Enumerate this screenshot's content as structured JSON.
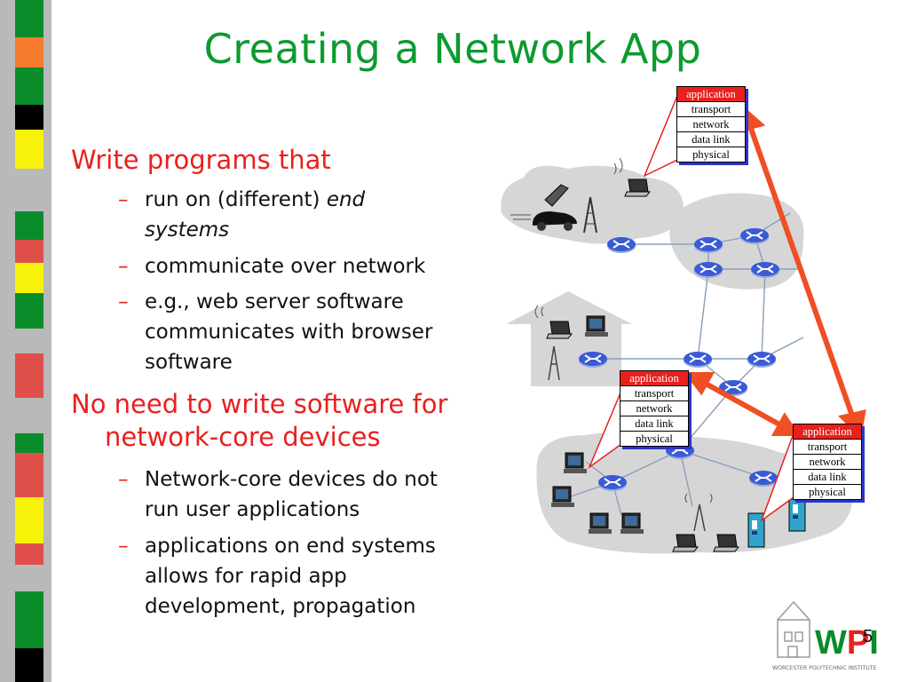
{
  "slide": {
    "title": "Creating a Network App",
    "bullet1": "Write programs that",
    "sub1a_prefix": "run on (different) ",
    "sub1a_em": "end systems",
    "sub1b": "communicate over network",
    "sub1c": "e.g., web server software communicates with browser software",
    "bullet2": "No need to write software for network-core devices",
    "sub2a": "Network-core devices do not run user applications",
    "sub2b": "applications on end systems allows for rapid app development, propagation",
    "dash": "–",
    "page_number": "5"
  },
  "stack_layers": [
    "application",
    "transport",
    "network",
    "data link",
    "physical"
  ],
  "logo": {
    "text": "WPI",
    "subtitle": "WORCESTER POLYTECHNIC INSTITUTE"
  },
  "colors": {
    "title": "#0d9a30",
    "bullet": "#e8201e",
    "arrow": "#f04e23",
    "router": "#3a5bd6"
  }
}
